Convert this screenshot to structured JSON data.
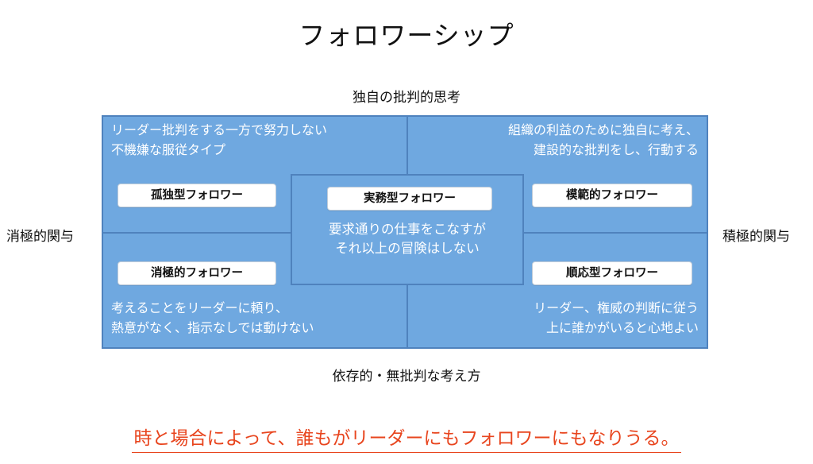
{
  "title": "フォロワーシップ",
  "axes": {
    "top": "独自の批判的思考",
    "bottom": "依存的・無批判な考え方",
    "left": "消極的関与",
    "right": "積極的関与"
  },
  "quadrants": {
    "top_left": {
      "line1": "リーダー批判をする一方で努力しない",
      "line2": "不機嫌な服従タイプ",
      "label": "孤独型フォロワー"
    },
    "top_right": {
      "line1": "組織の利益のために独自に考え、",
      "line2": "建設的な批判をし、行動する",
      "label": "模範的フォロワー"
    },
    "bottom_left": {
      "line1": "考えることをリーダーに頼り、",
      "line2": "熱意がなく、指示なしでは動けない",
      "label": "消極的フォロワー"
    },
    "bottom_right": {
      "line1": "リーダー、権威の判断に従う",
      "line2": "上に誰かがいると心地よい",
      "label": "順応型フォロワー"
    }
  },
  "center": {
    "label": "実務型フォロワー",
    "line1": "要求通りの仕事をこなすが",
    "line2": "それ以上の冒険はしない"
  },
  "footer": "時と場合によって、誰もがリーダーにもフォロワーにもなりうる。",
  "colors": {
    "box_fill": "#6fa8e0",
    "box_border": "#4f82bd",
    "footer_text": "#e8451e"
  }
}
